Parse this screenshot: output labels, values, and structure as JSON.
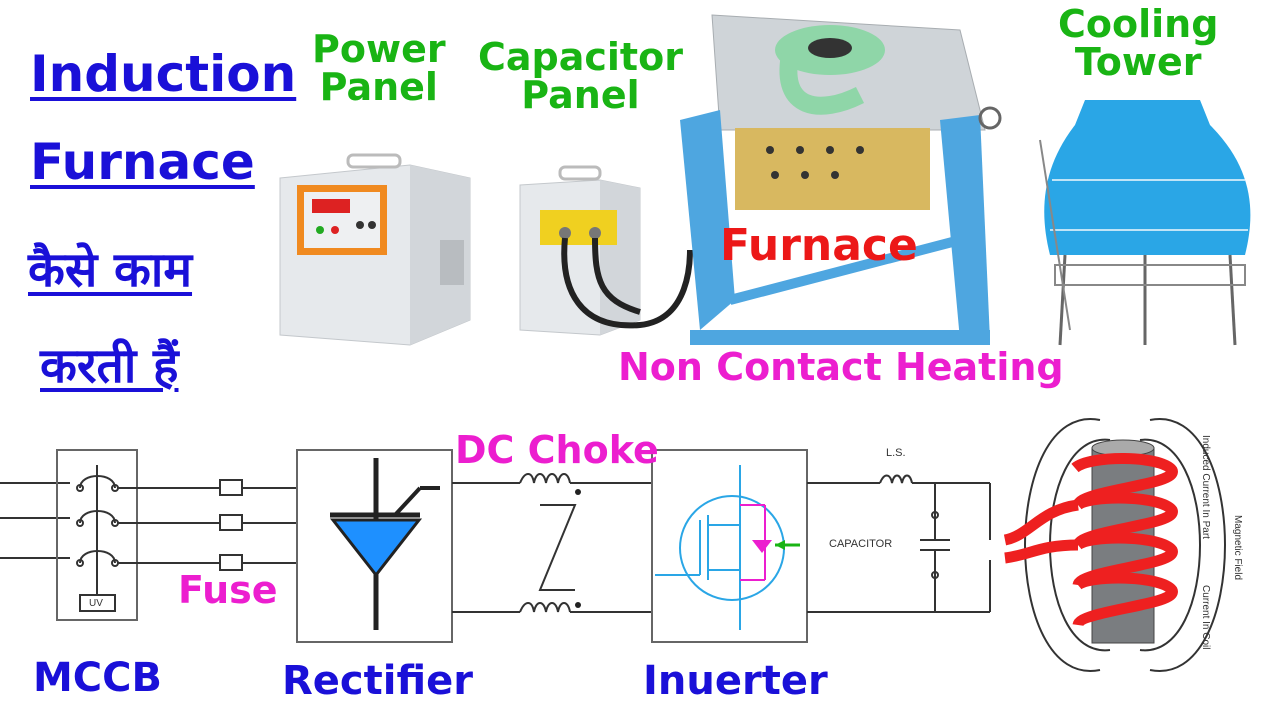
{
  "title": {
    "line1": "Induction",
    "line2": "Furnace",
    "line3": "कैसे काम",
    "line4": "करती हैं"
  },
  "labels": {
    "power_panel_1": "Power",
    "power_panel_2": "Panel",
    "capacitor_panel_1": "Capacitor",
    "capacitor_panel_2": "Panel",
    "furnace": "Furnace",
    "cooling_tower_1": "Cooling",
    "cooling_tower_2": "Tower",
    "non_contact_heating": "Non Contact Heating",
    "dc_choke": "DC Choke",
    "fuse": "Fuse",
    "mccb": "MCCB",
    "rectifier": "Rectifier",
    "inverter": "Inuerter"
  },
  "circuit": {
    "uv": "UV",
    "ls": "L.S.",
    "capacitor": "CAPACITOR",
    "induced_current": "Induced Current In Part",
    "magnetic_field": "Magnetic Field",
    "current_in_coil": "Current In Coil"
  },
  "colors": {
    "title_blue": "#1a10d8",
    "label_green": "#19b414",
    "furnace_red": "#ec1818",
    "pink": "#ec1ecf",
    "diode_blue": "#1e90ff",
    "coil_red": "#ee2020",
    "tower_blue": "#2aa6e6"
  }
}
